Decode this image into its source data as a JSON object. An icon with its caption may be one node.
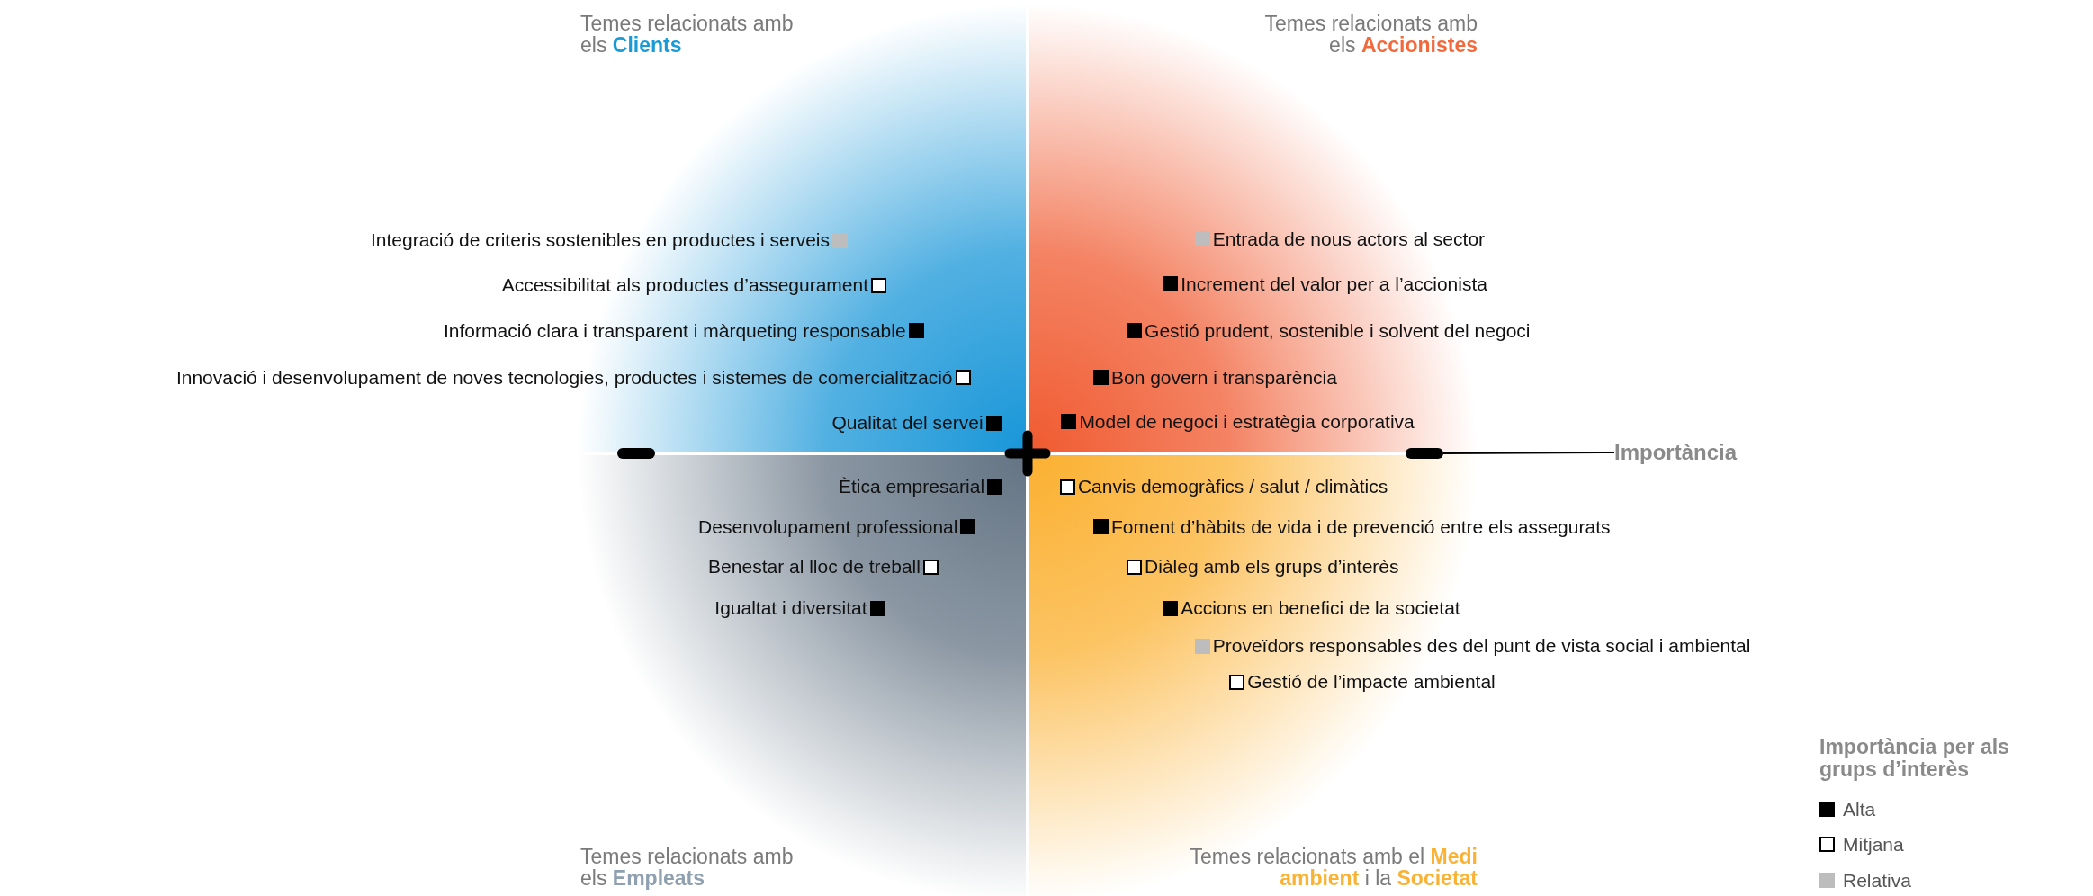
{
  "diagram": {
    "nodes": [
      {
        "text": [
          "Temes relacionats amb els **Clients**"
        ]
      },
      {
        "text": [
          "Temes relacionats amb els **Accionistes**"
        ]
      },
      {
        "text": [
          "Temes relacionats amb els **Empleats**"
        ]
      },
      {
        "text": [
          "Temes relacionats amb el **Medi ambient** i la **Societat**"
        ]
      },
      {
        "text": [
          "Integració de criteris sostenibles en productes i serveis"
        ],
        "in": 0
      },
      {
        "text": [
          "Accessibilitat als productes d’assegurament"
        ],
        "in": 0
      },
      {
        "text": [
          "Informació clara i transparent i màrqueting responsable"
        ],
        "in": 0
      },
      {
        "text": [
          "Innovació i desenvolupament de noves tecnologies, productes i sistemes de comercialització"
        ],
        "in": 0
      },
      {
        "text": [
          "Qualitat del servei"
        ],
        "in": 0
      },
      {
        "text": [
          "Entrada de nous actors al sector"
        ],
        "in": 1
      },
      {
        "text": [
          "Increment del valor per a l’accionista"
        ],
        "in": 1
      },
      {
        "text": [
          "Gestió prudent, sostenible i solvent del negoci"
        ],
        "in": 1
      },
      {
        "text": [
          "Bon govern i transparència"
        ],
        "in": 1
      },
      {
        "text": [
          "Model de negoci i estratègia corporativa"
        ],
        "in": 1
      },
      {
        "text": [
          "Ètica empresarial"
        ],
        "in": 2
      },
      {
        "text": [
          "Desenvolupament professional"
        ],
        "in": 2
      },
      {
        "text": [
          "Benestar al lloc de treball"
        ],
        "in": 2
      },
      {
        "text": [
          "Igualtat i diversitat"
        ],
        "in": 2
      },
      {
        "text": [
          "Canvis demogràfics / salut / climàtics"
        ],
        "in": 3
      },
      {
        "text": [
          "Foment d’hàbits de vida i de prevenció entre els assegurats"
        ],
        "in": 3
      },
      {
        "text": [
          "Diàleg amb els grups d’interès"
        ],
        "in": 3
      },
      {
        "text": [
          "Accions en benefici de la societat"
        ],
        "in": 3
      },
      {
        "text": [
          "Proveïdors responsables des del punt de vista social i ambiental"
        ],
        "in": 3
      },
      {
        "text": [
          "Gestió de l’impacte ambiental"
        ],
        "in": 3
      },
      {
        "text": [
          "Importància"
        ]
      },
      {
        "text": [],
        "shape": "bar"
      },
      {
        "text": [],
        "shape": "bar"
      }
    ],
    "edges": [
      {
        "from": 24,
        "to": 26,
        "arrow": "none"
      }
    ],
    "labels": [
      "Importància per als grups d’interès"
    ],
    "legend": [
      {
        "text": "Alta",
        "color": "#000000"
      },
      {
        "text": "Mitjana",
        "color": "#ffffff"
      },
      {
        "text": "Relativa",
        "color": "#bdbdbd"
      }
    ]
  }
}
